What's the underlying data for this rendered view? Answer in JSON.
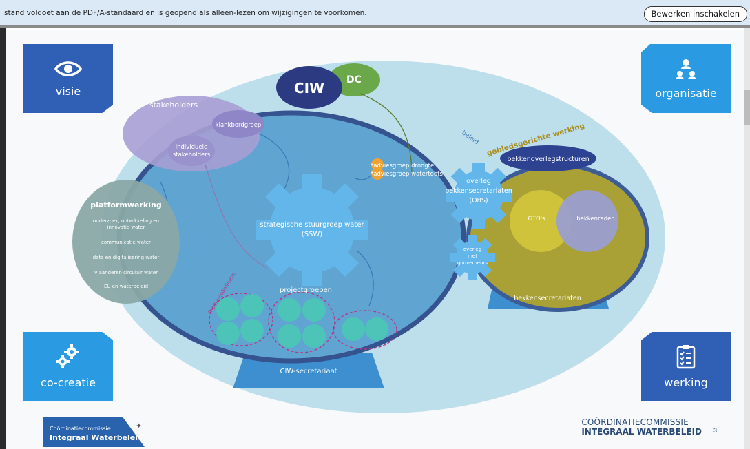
{
  "viewer": {
    "notice": "stand voldoet aan de PDF/A-standaard en is geopend als alleen-lezen om wijzigingen te voorkomen.",
    "enable_edit_button": "Bewerken inschakelen"
  },
  "colors": {
    "tile_dark": "#2f60b6",
    "tile_light": "#2a9be3",
    "outer_ellipse": "#a9d3e4",
    "main_circle": "#5b9fcf",
    "gear": "#5fb3e8",
    "olive": "#a7a035",
    "ciw_navy": "#2c3a82",
    "dc_green": "#6aa24a",
    "teal": "#45c0b5"
  },
  "tiles": {
    "visie": {
      "label": "visie",
      "icon": "eye-icon"
    },
    "organisatie": {
      "label": "organisatie",
      "icon": "people-icon"
    },
    "cocreatie": {
      "label": "co-creatie",
      "icon": "gears-icon"
    },
    "werking": {
      "label": "werking",
      "icon": "checklist-icon"
    }
  },
  "diagram": {
    "ciw": "CIW",
    "dc": "DC",
    "beleid": "beleid",
    "gebiedsgericht": "gebiedsgerichte werking",
    "stakeholders": "stakeholders",
    "klankbordgroep": "klankbordgroep",
    "individuele_1": "individuele",
    "individuele_2": "stakeholders",
    "advies_1": "*adviesgroep droogte",
    "advies_2": "*adviesgroep watertoets",
    "platformwerking": "platformwerking",
    "platform_items": [
      "onderzoek, ontwikkeling en",
      "innovatie water",
      "communicatie water",
      "data en digitalisering water",
      "Vlaanderen circulair water",
      "EU en waterbeleid"
    ],
    "ssw_1": "strategische stuurgroep water",
    "ssw_2": "(SSW)",
    "obs_1": "overleg",
    "obs_2": "bekkensecretariaten",
    "obs_3": "(OBS)",
    "gouv_1": "overleg",
    "gouv_2": "met",
    "gouv_3": "gouverneurs",
    "bekkenoverleg": "bekkenoverlegstructuren",
    "gtos": "GTO's",
    "bekkenraden": "bekkenraden",
    "projectgroepen": "projectgroepen",
    "themacoordinatie": "thema-coördinatie",
    "ciw_secretariaat": "CIW-secretariaat",
    "bekkensecretariaten": "bekkensecretariaten"
  },
  "footer": {
    "logo_line1": "Coördinatiecommissie",
    "logo_line2": "Integraal Waterbeleid",
    "name_line1": "COÖRDINATIECOMMISSIE",
    "name_line2": "INTEGRAAL WATERBELEID",
    "page": "3"
  }
}
